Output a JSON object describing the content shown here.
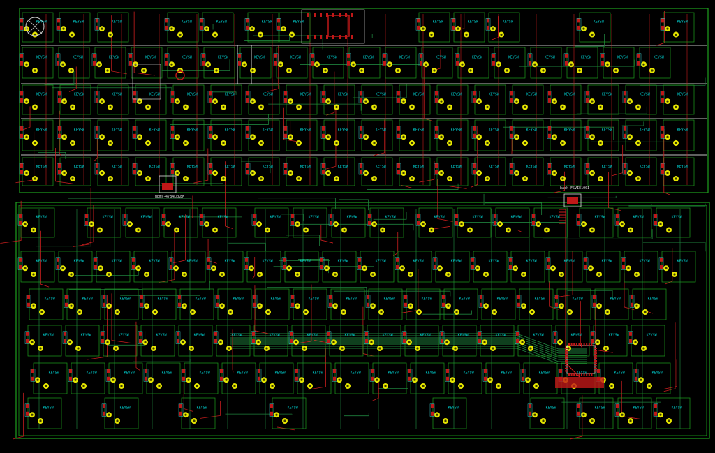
{
  "colors": {
    "background": "#000000",
    "board_edge": "#ffffff",
    "courtyard": "#1ea01e",
    "keepout": "#20e020",
    "trace_front": "#c81e1e",
    "trace_back": "#1e7f3c",
    "pad": "#e6e600",
    "pad_hole": "#3c3c00",
    "smd_pad": "#c01818",
    "ref_text": "#00c8c8",
    "value_text": "#c040c0",
    "silk_text": "#e0e0e0",
    "zone_outline": "#30b030"
  },
  "labels": {
    "switch_ref": "KEYSW",
    "top_switch_ref_example": "KEYSW",
    "connector_label_top": "mpms-4784LEKEM",
    "connector_label_mid": "back-FSVIE100I"
  },
  "icons": {
    "mounting_hole": "mounting-hole-icon",
    "switch_footprint": "switch-footprint-icon",
    "diode_footprint": "diode-footprint-icon"
  },
  "boards": [
    {
      "name": "top-board",
      "edge_color_key": "board_edge",
      "rows": 5
    },
    {
      "name": "bottom-board",
      "edge_color_key": "courtyard",
      "rows": 6
    }
  ]
}
